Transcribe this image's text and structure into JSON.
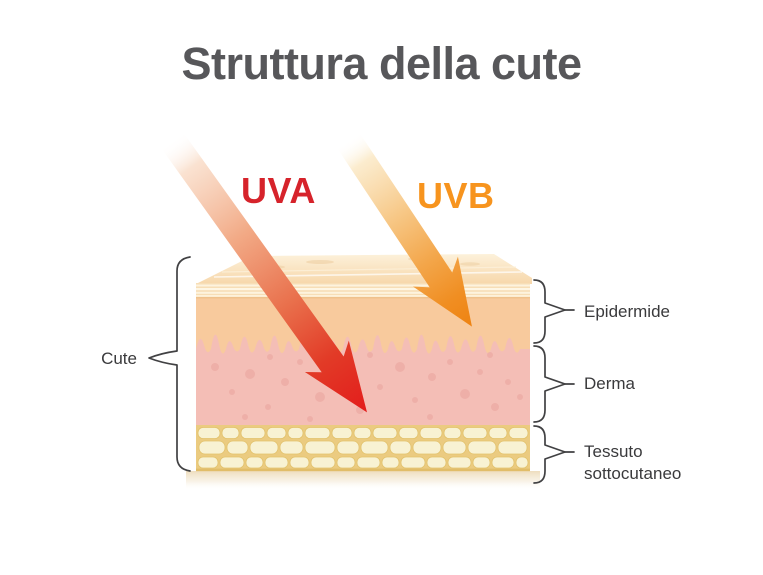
{
  "title": "Struttura della cute",
  "rays": {
    "uva": {
      "label": "UVA",
      "label_color": "#d6232b",
      "arrow_color": "#e42a24"
    },
    "uvb": {
      "label": "UVB",
      "label_color": "#f7941e",
      "arrow_color": "#ef8c1e"
    }
  },
  "skin": {
    "overall_label": "Cute",
    "layers": [
      {
        "label": "Epidermide",
        "fill_color": "#f8ca9d"
      },
      {
        "label": "Derma",
        "fill_color": "#f4beb6"
      },
      {
        "label": "Tessuto sottocutaneo",
        "fill_color": "#ebcb80"
      }
    ]
  },
  "annotation_color": "#414143",
  "background_color": "#ffffff"
}
